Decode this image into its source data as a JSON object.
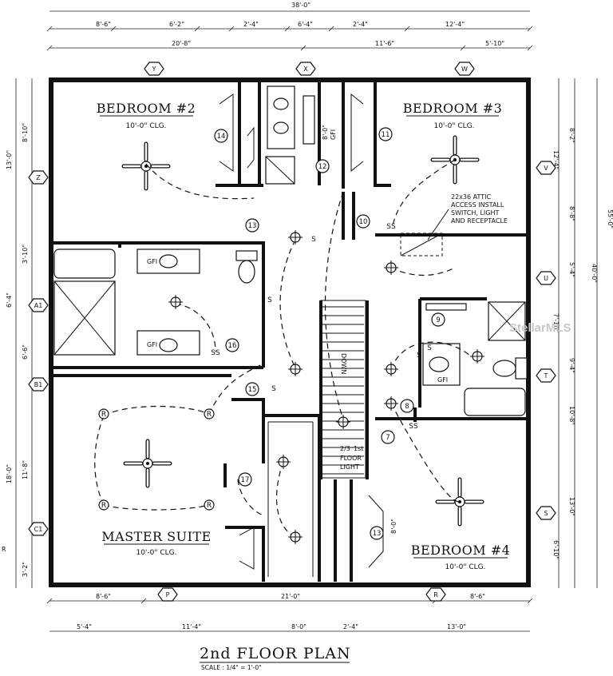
{
  "title": "2nd FLOOR PLAN",
  "scale": "SCALE : 1/4\" = 1'-0\"",
  "watermark": "StellarMLS",
  "overall_width": "38'-0\"",
  "overall_depth": "40'-0\"",
  "outside_right": "55'-0\"",
  "top_dims_row1": [
    "8'-6\"",
    "6'-2\"",
    "2'-4\"",
    "6'-4\"",
    "2'-4\"",
    "12'-4\""
  ],
  "top_dims_row2": [
    "20'-8\"",
    "11'-6\"",
    "5'-10\""
  ],
  "bottom_dims_row1": [
    "8'-6\"",
    "21'-0\"",
    "8'-6\""
  ],
  "bottom_dims_row2": [
    "5'-4\"",
    "11'-4\"",
    "8'-0\"",
    "2'-4\"",
    "13'-0\""
  ],
  "left_dims": [
    "8'-10\"",
    "13'-0\"",
    "3'-10\"",
    "6'-4\"",
    "6'-6\"",
    "18'-0\"",
    "11'-8\"",
    "3'-2\""
  ],
  "left_edge_mark": "R",
  "right_dims": [
    "8'-2\"",
    "12'-4\"",
    "8'-8\"",
    "5'-4\"",
    "7'-10\"",
    "9'-4\"",
    "10'-8\"",
    "13'-0\"",
    "6'-10\""
  ],
  "interior_dims": [
    "8'-0\"",
    "8'-0\""
  ],
  "grid_top": [
    "Y",
    "X",
    "W"
  ],
  "grid_bottom": [
    "P",
    "R"
  ],
  "grid_left": [
    "Z",
    "A1",
    "B1",
    "C1"
  ],
  "grid_right": [
    "V",
    "U",
    "T",
    "S"
  ],
  "rooms": [
    {
      "name": "BEDROOM #2",
      "ceiling": "10'-0\" CLG."
    },
    {
      "name": "BEDROOM #3",
      "ceiling": "10'-0\" CLG."
    },
    {
      "name": "MASTER SUITE",
      "ceiling": "10'-0\" CLG."
    },
    {
      "name": "BEDROOM #4",
      "ceiling": "10'-0\" CLG."
    }
  ],
  "attic_note": [
    "22x36 ATTIC",
    "ACCESS INSTALL",
    "SWITCH, LIGHT",
    "AND RECEPTACLE"
  ],
  "stair_label": "DOWN",
  "floor_light": [
    "2/3",
    "1st",
    "FLOOR",
    "LIGHT"
  ],
  "gfi_label": "GFI",
  "tags": [
    "14",
    "12",
    "11",
    "13",
    "10",
    "16",
    "15",
    "17",
    "9",
    "8",
    "7",
    "13"
  ],
  "symbol_switch": "S",
  "symbol_switches_double": "SS",
  "symbol_receptacle": "R"
}
